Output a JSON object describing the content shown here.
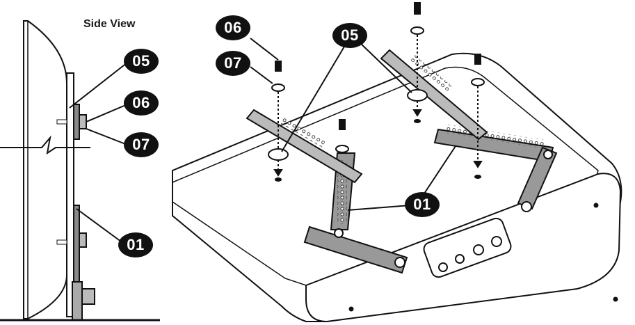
{
  "side_view": {
    "title": "Side View",
    "callouts": {
      "c05": "05",
      "c06": "06",
      "c07": "07",
      "c01": "01"
    }
  },
  "main_view": {
    "callouts": {
      "c06": "06",
      "c07": "07",
      "c05": "05",
      "c01": "01"
    }
  },
  "colors": {
    "ink": "#111111",
    "bracket_fill": "#9a9a9a",
    "panel_fill": "#ffffff"
  }
}
